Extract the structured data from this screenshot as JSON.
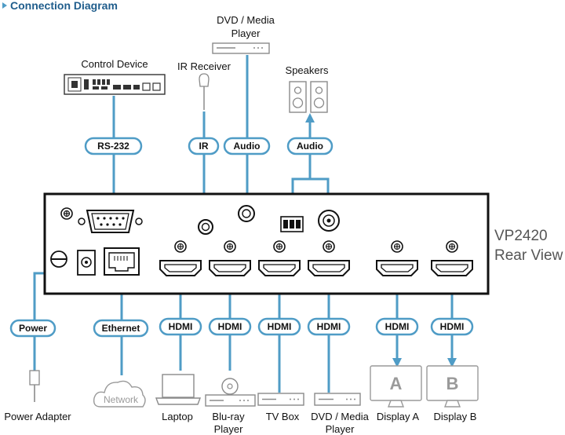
{
  "title": "Connection Diagram",
  "device": {
    "model": "VP2420",
    "view": "Rear View"
  },
  "top_devices": {
    "control_device": "Control Device",
    "ir_receiver": "IR Receiver",
    "dvd_player_line1": "DVD / Media",
    "dvd_player_line2": "Player",
    "speakers": "Speakers"
  },
  "top_connectors": {
    "rs232": "RS-232",
    "ir": "IR",
    "audio_in": "Audio",
    "audio_out": "Audio"
  },
  "bottom_connectors": {
    "power": "Power",
    "ethernet": "Ethernet",
    "hdmi_in_1": "HDMI",
    "hdmi_in_2": "HDMI",
    "hdmi_in_3": "HDMI",
    "hdmi_in_4": "HDMI",
    "hdmi_out_a": "HDMI",
    "hdmi_out_b": "HDMI"
  },
  "bottom_devices": {
    "power_adapter": "Power Adapter",
    "network": "Network",
    "laptop": "Laptop",
    "bluray_line1": "Blu-ray",
    "bluray_line2": "Player",
    "tv_box": "TV Box",
    "dvd_media_line1": "DVD / Media",
    "dvd_media_line2": "Player",
    "display_a": "Display A",
    "display_a_letter": "A",
    "display_b": "Display B",
    "display_b_letter": "B"
  },
  "colors": {
    "cable": "#4f9cc6",
    "heading": "#1f5d8c"
  }
}
